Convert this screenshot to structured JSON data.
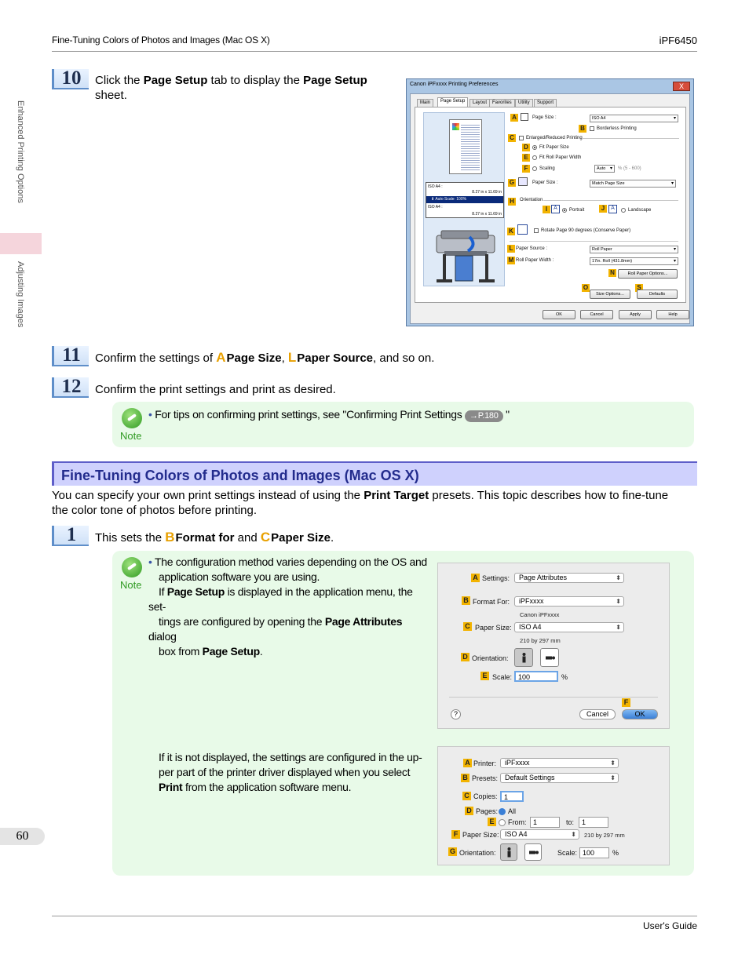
{
  "header": {
    "title": "Fine-Tuning Colors of Photos and Images (Mac OS X)",
    "model": "iPF6450"
  },
  "side": {
    "tab1": "Enhanced Printing Options",
    "tab2": "Adjusting Images"
  },
  "footer": {
    "page_number": "60",
    "guide": "User's Guide"
  },
  "step10": {
    "num": "10",
    "t1": "Click the ",
    "b1": "Page Setup",
    "t2": " tab to display the ",
    "b2": "Page Setup",
    "t3": "sheet."
  },
  "step11": {
    "num": "11",
    "t1": "Confirm the settings of ",
    "l1": "A",
    "b1": "Page Size",
    "t2": ", ",
    "l2": "L",
    "b2": "Paper Source",
    "t3": ", and so on."
  },
  "step12": {
    "num": "12",
    "text": "Confirm the print settings and print as desired."
  },
  "note1": {
    "label": "Note",
    "bullet": "•",
    "text": "For tips on confirming print settings, see \"Confirming Print Settings",
    "ref": "→P.180",
    "end": " \""
  },
  "section": {
    "heading": "Fine-Tuning Colors of Photos and Images (Mac OS X)",
    "p1": "You can specify your own print settings instead of using the ",
    "b1": "Print Target",
    "p2": " presets. This topic describes how to fine-tune",
    "p3": "the color tone of photos before printing."
  },
  "step1": {
    "num": "1",
    "t1": "This sets the ",
    "l1": "B",
    "b1": "Format for",
    "t2": " and ",
    "l2": "C",
    "b2": "Paper Size",
    "t3": "."
  },
  "note2": {
    "label": "Note",
    "bullet": "•",
    "line1": "The configuration method varies depending on the OS and",
    "line2": "application software you are using.",
    "line3a": "If ",
    "line3b": "Page Setup",
    "line3c": " is displayed in the application menu, the set-",
    "line4a": "tings are configured by opening the ",
    "line4b": "Page Attributes",
    "line4c": " dialog",
    "line5a": "box from ",
    "line5b": "Page Setup",
    "line5c": ".",
    "p2line1": "If it is not displayed, the settings are configured in the up-",
    "p2line2": "per part of the printer driver displayed when you select",
    "p2line3a": "Print",
    "p2line3b": " from the application software menu."
  },
  "win_dialog": {
    "title": "Canon iPFxxxx Printing Preferences",
    "close": "X",
    "tabs": [
      "Main",
      "Page Setup",
      "Layout",
      "Favorites",
      "Utility",
      "Support"
    ],
    "preview_iso1": "ISO A4 :",
    "preview_size1": "8.27 in x 11.69 in",
    "preview_auto": "Auto Scale: 100%",
    "preview_iso2": "ISO A4 :",
    "preview_size2": "8.27 in x 11.69 in",
    "letters": [
      "A",
      "B",
      "C",
      "D",
      "E",
      "F",
      "G",
      "H",
      "I",
      "J",
      "K",
      "L",
      "M",
      "N",
      "O",
      "S"
    ],
    "page_size_label": "Page Size :",
    "page_size_value": "ISO A4",
    "borderless": "Borderless Printing",
    "enlarged": "Enlarged/Reduced Printing",
    "fit_paper": "Fit Paper Size",
    "fit_roll": "Fit Roll Paper Width",
    "scaling": "Scaling",
    "scaling_value": "Auto",
    "scaling_range": "% (5 - 600)",
    "paper_size_label": "Paper Size :",
    "paper_size_value": "Match Page Size",
    "orientation": "Orientation",
    "portrait": "Portrait",
    "landscape": "Landscape",
    "rotate": "Rotate Page 90 degrees (Conserve Paper)",
    "paper_source_label": "Paper Source :",
    "paper_source_value": "Roll Paper",
    "roll_width_label": "Roll Paper Width :",
    "roll_width_value": "17in. Roll (431.8mm)",
    "roll_options": "Roll Paper Options...",
    "size_options": "Size Options...",
    "defaults": "Defaults",
    "ok": "OK",
    "cancel": "Cancel",
    "apply": "Apply",
    "help": "Help"
  },
  "mac_page_attrs": {
    "letters": [
      "A",
      "B",
      "C",
      "D",
      "E",
      "F"
    ],
    "settings_label": "Settings:",
    "settings_value": "Page Attributes",
    "format_label": "Format For:",
    "format_value": "iPFxxxx",
    "format_sub": "Canon iPFxxxx",
    "paper_label": "Paper Size:",
    "paper_value": "ISO A4",
    "paper_sub": "210 by 297 mm",
    "orientation_label": "Orientation:",
    "scale_label": "Scale:",
    "scale_value": "100",
    "scale_unit": "%",
    "help": "?",
    "cancel": "Cancel",
    "ok": "OK"
  },
  "mac_print": {
    "letters": [
      "A",
      "B",
      "C",
      "D",
      "E",
      "F",
      "G"
    ],
    "printer_label": "Printer:",
    "printer_value": "iPFxxxx",
    "presets_label": "Presets:",
    "presets_value": "Default Settings",
    "copies_label": "Copies:",
    "copies_value": "1",
    "pages_label": "Pages:",
    "pages_all": "All",
    "from_label": "From:",
    "from_value": "1",
    "to_label": "to:",
    "to_value": "1",
    "paper_label": "Paper Size:",
    "paper_value": "ISO A4",
    "paper_sub": "210 by 297 mm",
    "orientation_label": "Orientation:",
    "scale_label": "Scale:",
    "scale_value": "100",
    "scale_unit": "%"
  },
  "colors": {
    "step_blue": "#5e8ec9",
    "label_orange": "#e8a000",
    "heading_blue": "#232c8d",
    "note_green": "#e8fae8"
  }
}
